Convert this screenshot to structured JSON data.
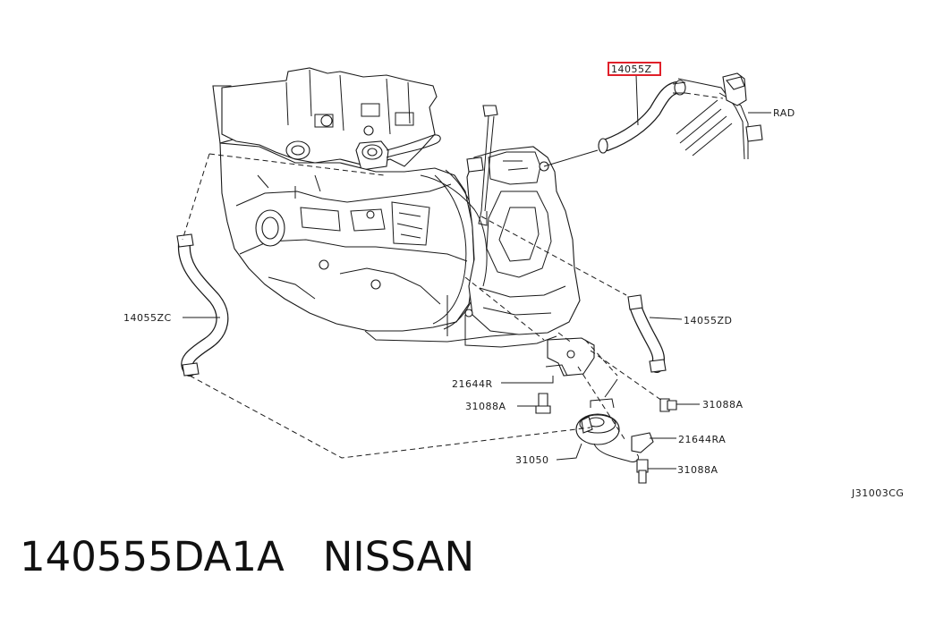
{
  "diagram": {
    "labels": {
      "highlighted_part": "14055Z",
      "rad": "RAD",
      "hose_left": "14055ZC",
      "hose_right": "14055ZD",
      "bracket_left": "21644R",
      "bolt_left": "31088A",
      "bolt_right_upper": "31088A",
      "bracket_right": "21644RA",
      "pump": "31050",
      "bolt_right_lower": "31088A",
      "figure_code": "J31003CG"
    },
    "highlight_color": "#e0202a"
  },
  "caption": {
    "part_number": "140555DA1A",
    "brand": "NISSAN",
    "separator": "   "
  }
}
